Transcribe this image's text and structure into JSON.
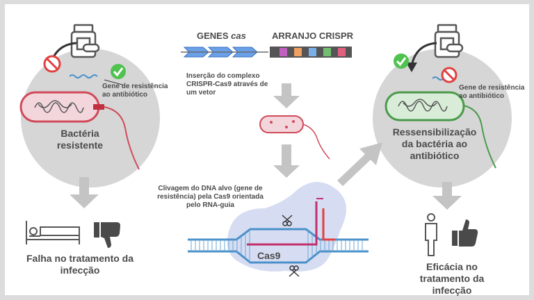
{
  "top": {
    "cas_genes_word": "GENES",
    "cas_genes_italic": "cas",
    "crispr_array": "ARRANJO CRISPR",
    "insertion_text": "Inserção do complexo CRISPR-Cas9 através de um vetor"
  },
  "left": {
    "resistance_gene": "Gene de resistência ao antibiótico",
    "bacteria_label": "Bactéria resistente",
    "outcome": "Falha no tratamento da infecção"
  },
  "center": {
    "cleavage_text": "Clivagem do DNA alvo (gene de resistência) pela Cas9 orientada pelo RNA-guia",
    "cas9_label": "Cas9"
  },
  "right": {
    "resistance_gene": "Gene de resistência ao antibiótico",
    "bacteria_label": "Ressensibilização da bactéria ao antibiótico",
    "outcome": "Eficácia no tratamento da infecção"
  },
  "colors": {
    "cas_arrow": "#6aa0e8",
    "resistant_bacterium": "#d04a5a",
    "sensitized_bacterium": "#4a9a4a",
    "check": "#4fc24f",
    "forbid": "#e04040",
    "dna_strand": "#4a90c8",
    "guide_rna": "#c0306a",
    "arrow_gray": "#c4c4c4",
    "circle_gray": "#d6d6d6"
  },
  "crispr_spacer_colors": [
    "#c060c0",
    "#f0a060",
    "#7ab0e8",
    "#70c070",
    "#e06080"
  ],
  "icons": [
    "pill-bottle-icon",
    "forbidden-icon",
    "checkmark-icon",
    "bed-patient-icon",
    "thumbs-down-icon",
    "person-standing-icon",
    "thumbs-up-icon",
    "scissors-icon"
  ]
}
